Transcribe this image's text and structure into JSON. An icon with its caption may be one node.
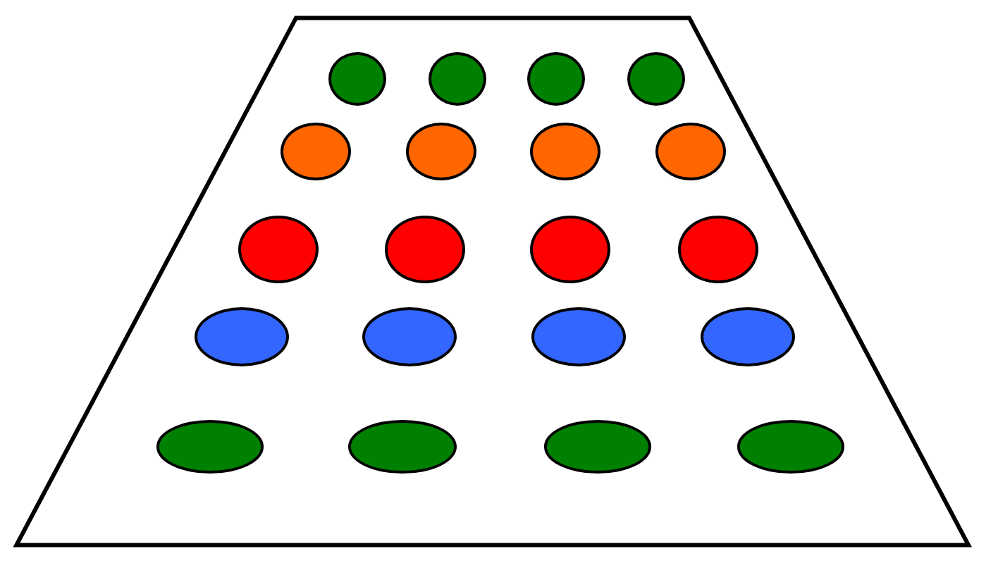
{
  "diagram": {
    "nodes": [
      {
        "text": [],
        "shape": "trapezoid"
      },
      {
        "text": [],
        "shape": "ellipse",
        "in": 0
      },
      {
        "text": [],
        "shape": "ellipse",
        "in": 0
      },
      {
        "text": [],
        "shape": "ellipse",
        "in": 0
      },
      {
        "text": [],
        "shape": "ellipse",
        "in": 0
      },
      {
        "text": [],
        "shape": "ellipse",
        "in": 0
      },
      {
        "text": [],
        "shape": "ellipse",
        "in": 0
      },
      {
        "text": [],
        "shape": "ellipse",
        "in": 0
      },
      {
        "text": [],
        "shape": "ellipse",
        "in": 0
      },
      {
        "text": [],
        "shape": "ellipse",
        "in": 0
      },
      {
        "text": [],
        "shape": "ellipse",
        "in": 0
      },
      {
        "text": [],
        "shape": "ellipse",
        "in": 0
      },
      {
        "text": [],
        "shape": "ellipse",
        "in": 0
      },
      {
        "text": [],
        "shape": "ellipse",
        "in": 0
      },
      {
        "text": [],
        "shape": "ellipse",
        "in": 0
      },
      {
        "text": [],
        "shape": "ellipse",
        "in": 0
      },
      {
        "text": [],
        "shape": "ellipse",
        "in": 0
      },
      {
        "text": [],
        "shape": "ellipse",
        "in": 0
      },
      {
        "text": [],
        "shape": "ellipse",
        "in": 0
      },
      {
        "text": [],
        "shape": "ellipse",
        "in": 0
      },
      {
        "text": [],
        "shape": "ellipse",
        "in": 0
      }
    ]
  }
}
